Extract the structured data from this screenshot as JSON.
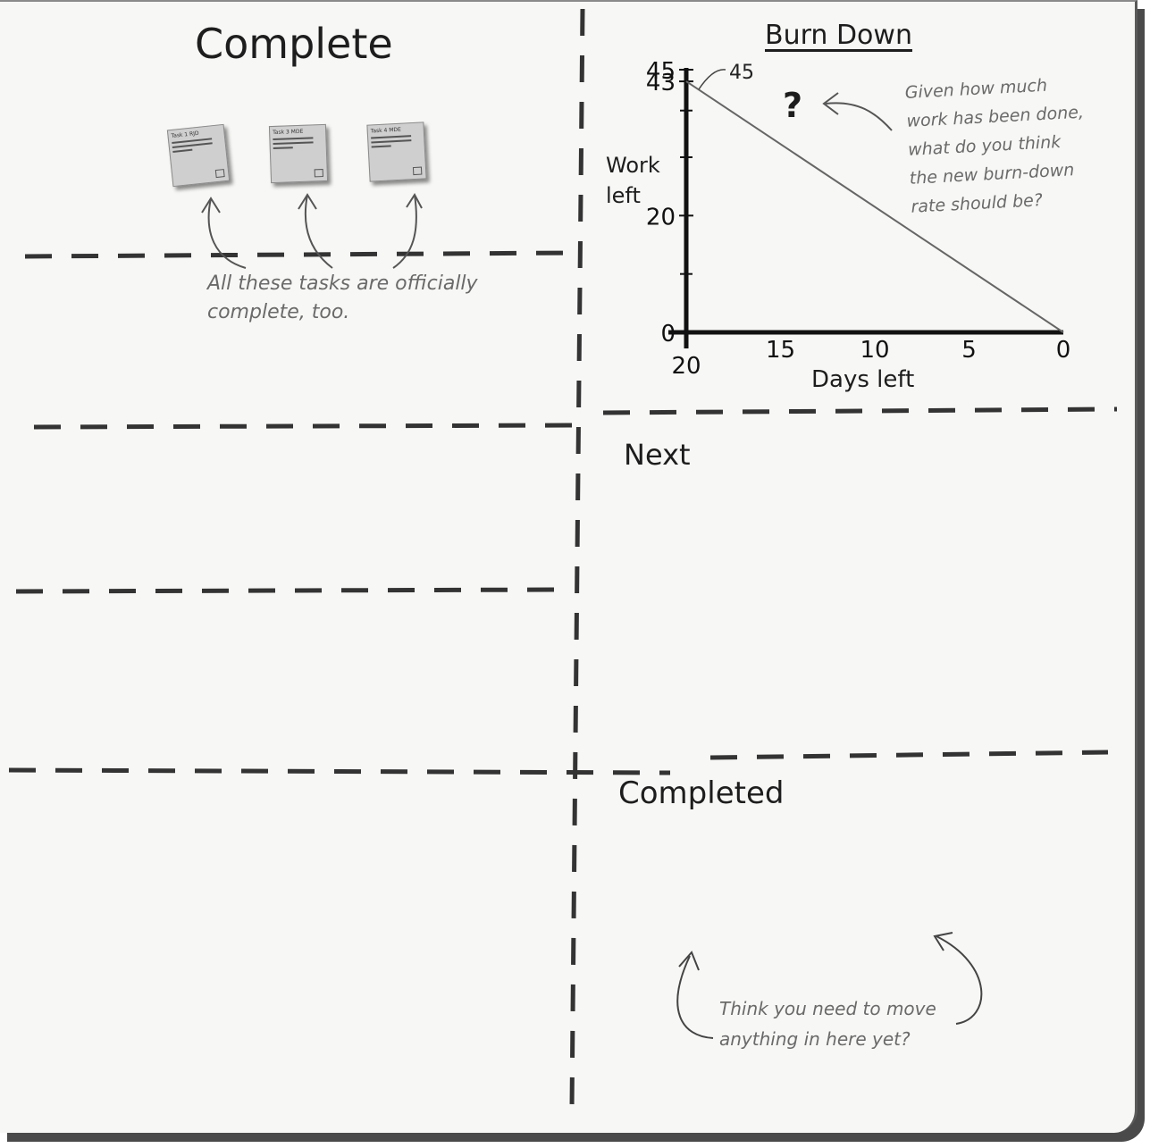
{
  "board": {
    "section_complete": "Complete",
    "section_next": "Next",
    "section_completed": "Completed",
    "note_tasks_complete": [
      "All these tasks are officially",
      "complete, too."
    ],
    "note_burn_rate": [
      "Given how much",
      "work has been done,",
      "what do you think",
      "the new burn-down",
      "rate should be?"
    ],
    "question_mark": "?",
    "note_move": [
      "Think you need to move",
      "anything in here yet?"
    ]
  },
  "stickies": [
    {
      "header": "Task 1  RJD"
    },
    {
      "header": "Task 3  MDE"
    },
    {
      "header": "Task 4  MDE"
    }
  ],
  "chart_data": {
    "type": "line",
    "title": "Burn Down",
    "xlabel": "Days left",
    "ylabel": "Work left",
    "xlim": [
      20,
      0
    ],
    "ylim": [
      0,
      45
    ],
    "xticks": [
      "20",
      "15",
      "10",
      "5",
      "0"
    ],
    "xtick_values": [
      20,
      15,
      10,
      5,
      0
    ],
    "yticks": [
      "0",
      "20",
      "43",
      "45"
    ],
    "ytick_values": [
      0,
      20,
      43,
      45
    ],
    "minor_yticks": [
      10,
      30,
      38
    ],
    "series": [
      {
        "values": [
          [
            20,
            43
          ],
          [
            0,
            0
          ]
        ]
      }
    ],
    "annotations": [
      {
        "text": "45",
        "x": 20,
        "y": 45
      }
    ]
  }
}
